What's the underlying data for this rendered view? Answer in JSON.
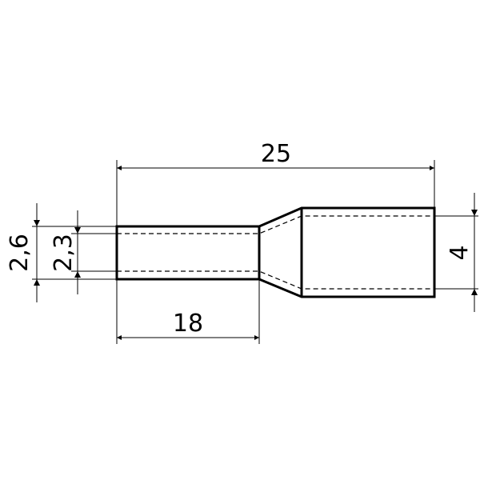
{
  "drawing": {
    "overall_length": "25",
    "tube_length": "18",
    "outer_diameter_tube": "2,6",
    "inner_diameter_tube": "2,3",
    "collar_inner_diameter": "4"
  },
  "colors": {
    "line": "#000000",
    "background": "#ffffff"
  }
}
